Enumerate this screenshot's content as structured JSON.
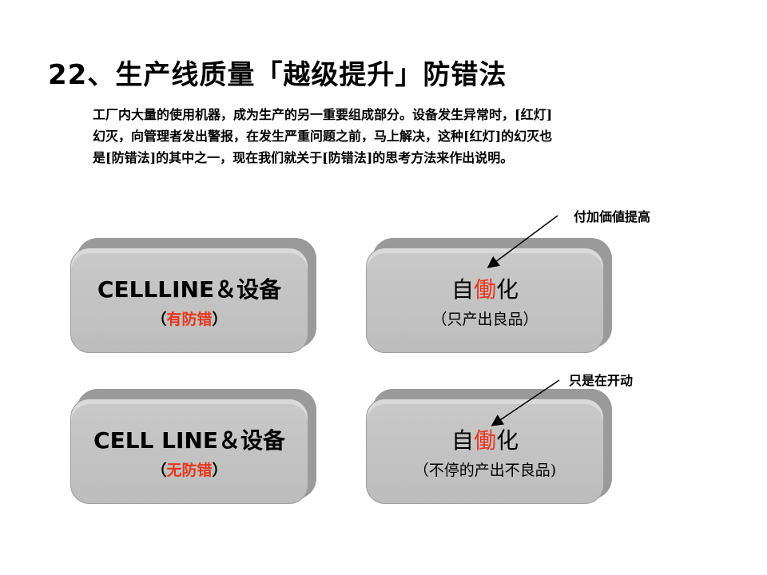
{
  "title": "22、生产线质量「越级提升」防错法",
  "description": [
    "工厂内大量的使用机器，成为生产的另一重要组成部分。设备发生异常时，[红灯]",
    "幻灭，向管理者发出警报，在发生严重问题之前，马上解决，这种[红灯]的幻灭也",
    "是[防错法]的其中之一，现在我们就关于[防错法]的思考方法来作出说明。"
  ],
  "blocks": {
    "top_left": {
      "main": "CELLLINE＆设备",
      "sub_open": "（",
      "sub_red": "有防错",
      "sub_close": "）"
    },
    "top_right": {
      "main_pre": "自",
      "main_red": "働",
      "main_post": "化",
      "sub": "（只产出良品）"
    },
    "bottom_left": {
      "main": "CELL LINE＆设备",
      "sub_open": "（",
      "sub_red": "无防错",
      "sub_close": "）"
    },
    "bottom_right": {
      "main_pre": "自",
      "main_red": "働",
      "main_post": "化",
      "sub": "（不停的产出不良品)"
    }
  },
  "notes": {
    "top": "付加価値提高",
    "bottom": "只是在开动"
  },
  "colors": {
    "accent_red": "#e8361a",
    "block_gray": "#c4c4c4"
  }
}
